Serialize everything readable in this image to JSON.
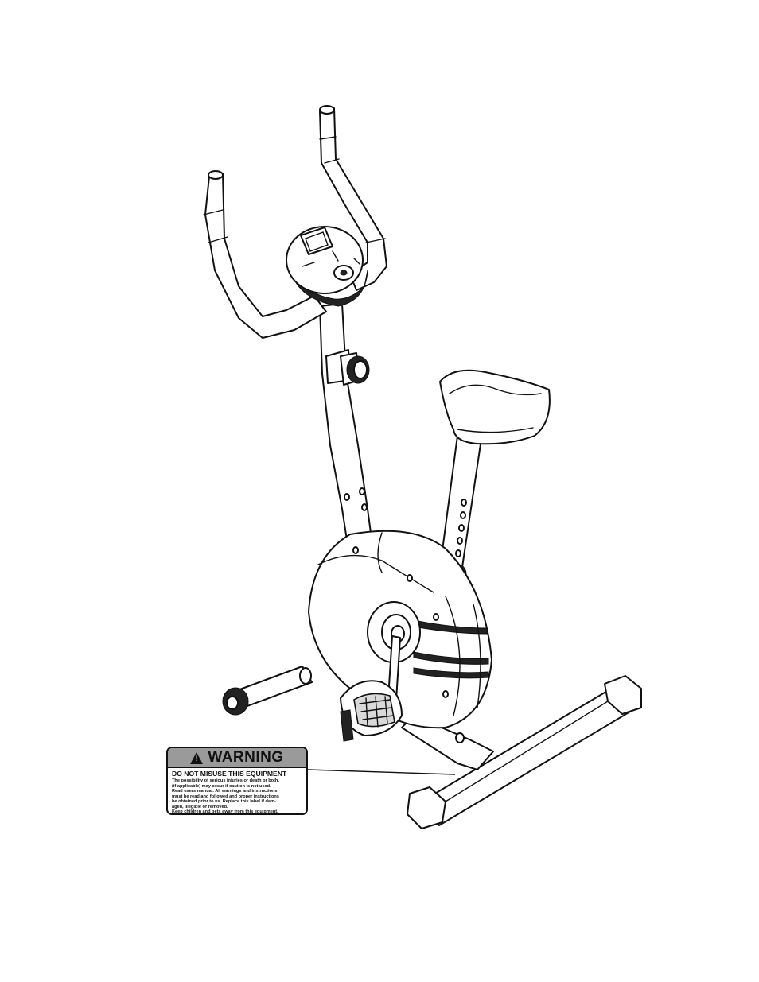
{
  "warning_label": {
    "title": "WARNING",
    "subtitle": "DO NOT MISUSE THIS EQUIPMENT",
    "body_lines": [
      "The possibility of serious injuries or death or both,",
      "(if applicable) may occur if caution is not used.",
      "Read users manual. All warnings and instructions",
      "must be read and followed and proper instructions",
      "be obtained prior to us. Replace this label if dam-",
      "aged, illegible or removed.",
      "Keep children and pets away from this equipment."
    ]
  },
  "icons": {
    "warning_symbol": "warning-triangle-icon",
    "product": "upright-exercise-bike"
  }
}
